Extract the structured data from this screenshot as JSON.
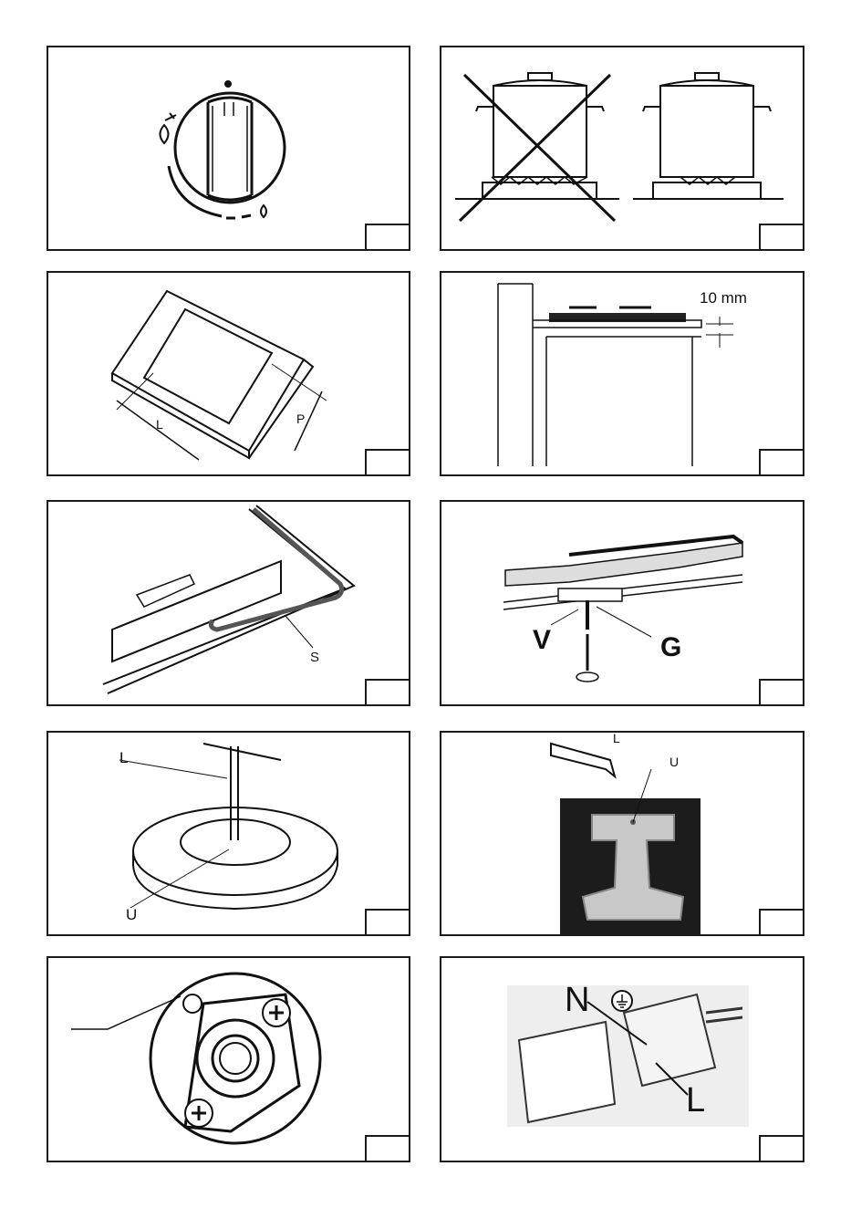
{
  "panels": {
    "p4": {
      "dimension": "10 mm"
    },
    "p3": {
      "length_label": "L",
      "depth_label": "P"
    },
    "p5": {
      "seal_label": "S"
    },
    "p6": {
      "screw_label": "V",
      "bracket_label": "G"
    },
    "p7": {
      "tool_label": "L",
      "injector_label": "U"
    },
    "p8": {
      "tool_label": "L",
      "injector_label": "U"
    },
    "p10": {
      "neutral_label": "N",
      "live_label": "L"
    }
  }
}
